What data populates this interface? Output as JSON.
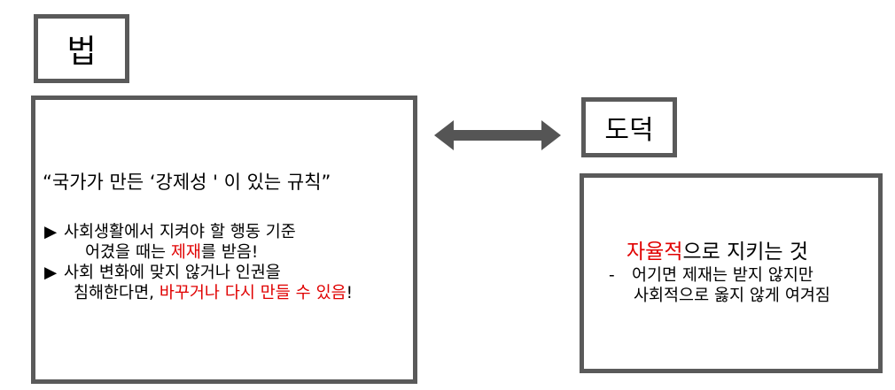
{
  "law": {
    "title": "법",
    "quote": "“국가가 만든 ‘강제성 ' 이 있는 규칙”",
    "bullet1": {
      "marker": "▶",
      "line1": "사회생활에서 지켜야 할 행동 기준",
      "line2_pre": "어겼을 때는 ",
      "line2_red": "제재",
      "line2_post": "를 받음!"
    },
    "bullet2": {
      "marker": "▶",
      "line1": "사회 변화에 맞지 않거나 인권을",
      "line2_pre": "침해한다면, ",
      "line2_red": "바꾸거나 다시 만들 수 있음",
      "line2_post": "!"
    }
  },
  "moral": {
    "title": "도덕",
    "main_red": "자율적",
    "main_rest": "으로 지키는 것",
    "sub_dash": "-",
    "sub_line1": "어기면 제재는 받지 않지만",
    "sub_line2": "사회적으로 옳지 않게 여겨짐"
  },
  "colors": {
    "border": "#5a5a5a",
    "accent": "#e00000",
    "arrow": "#555555"
  }
}
